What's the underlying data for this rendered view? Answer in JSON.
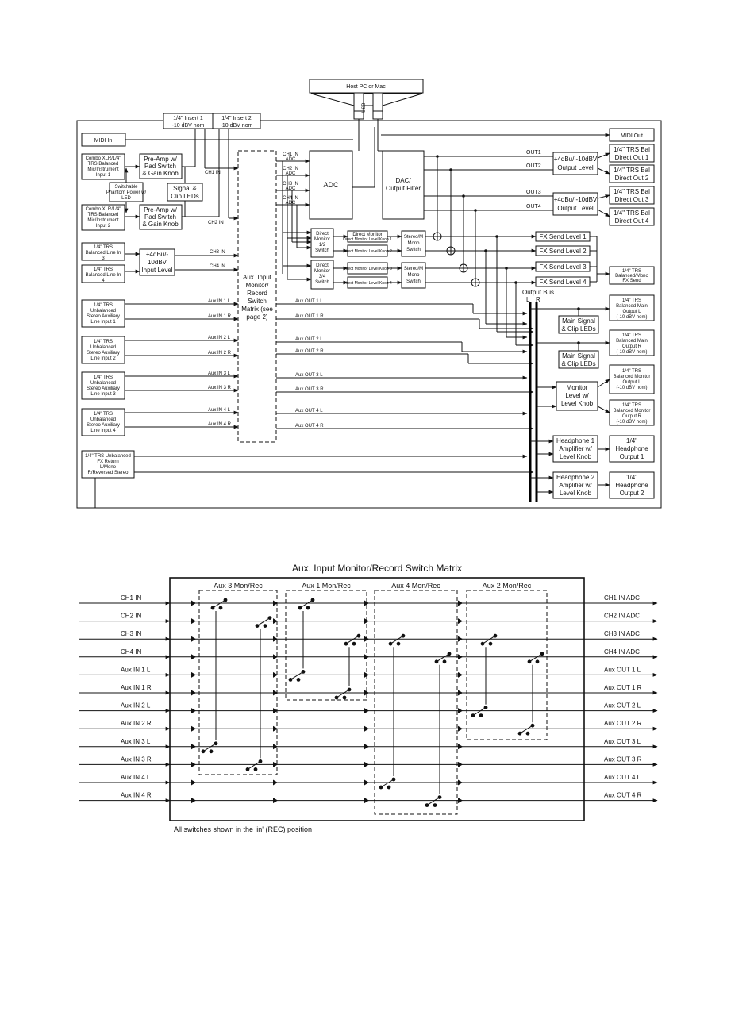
{
  "top": {
    "host": "Host PC or Mac",
    "usb": "USB",
    "insert1": [
      "1/4\" Insert 1",
      "-10 dBV nom"
    ],
    "insert2": [
      "1/4\" Insert 2",
      "-10 dBV nom"
    ],
    "midi_in": "MIDI In",
    "midi_out": "MIDI Out",
    "combo1": [
      "Combo XLR/1/4\"",
      "TRS Balanced",
      "Mic/Instrument",
      "Input 1"
    ],
    "combo2": [
      "Combo XLR/1/4\"",
      "TRS Balanced",
      "Mic/Instrument",
      "Input 2"
    ],
    "phantom": [
      "Switchable",
      "Phantom Power w/",
      "LED"
    ],
    "preamp1": [
      "Pre-Amp w/",
      "Pad Switch",
      "& Gain Knob"
    ],
    "preamp2": [
      "Pre-Amp w/",
      "Pad Switch",
      "& Gain Knob"
    ],
    "sigclip": [
      "Signal &",
      "Clip LEDs"
    ],
    "line3": [
      "1/4\" TRS",
      "Balanced Line In",
      "3"
    ],
    "line4": [
      "1/4\" TRS",
      "Balanced Line In",
      "4"
    ],
    "inlevel": [
      "+4dBu/-",
      "10dBV",
      "Input Level"
    ],
    "aux_inputs": [
      [
        "1/4\" TRS",
        "Unbalanced",
        "Stereo Auxiliary",
        "Line Input 1"
      ],
      [
        "1/4\" TRS",
        "Unbalanced",
        "Stereo Auxiliary",
        "Line Input 2"
      ],
      [
        "1/4\" TRS",
        "Unbalanced",
        "Stereo Auxiliary",
        "Line Input 3"
      ],
      [
        "1/4\" TRS",
        "Unbalanced",
        "Stereo Auxiliary",
        "Line Input 4"
      ]
    ],
    "fx_return": [
      "1/4\" TRS Unbalanced",
      "FX Return",
      "L/Mono",
      "R/Reversed Stereo"
    ],
    "matrix": [
      "Aux. Input",
      "Monitor/",
      "Record",
      "Switch",
      "Matrix (see",
      "page 2)"
    ],
    "ch_labels": [
      "CH1 IN",
      "CH2 IN",
      "CH3 IN",
      "CH4 IN"
    ],
    "aux_in_labels": [
      "Aux IN 1 L",
      "Aux IN 1 R",
      "Aux IN 2 L",
      "Aux IN 2 R",
      "Aux IN 3 L",
      "Aux IN 3 R",
      "Aux IN 4 L",
      "Aux IN 4 R"
    ],
    "aux_out_labels": [
      "Aux OUT 1 L",
      "Aux OUT 1 R",
      "Aux OUT 2 L",
      "Aux OUT 2 R",
      "Aux OUT 3 L",
      "Aux OUT 3 R",
      "Aux OUT 4 L",
      "Aux OUT 4 R"
    ],
    "adc_in_labels": [
      [
        "CH1 IN",
        "ADC"
      ],
      [
        "CH2 IN",
        "ADC"
      ],
      [
        "CH3 IN",
        "ADC"
      ],
      [
        "CH4 IN",
        "ADC"
      ]
    ],
    "adc": "ADC",
    "dac": [
      "DAC/",
      "Output Filter"
    ],
    "out_labels": [
      "OUT1",
      "OUT2",
      "OUT3",
      "OUT4"
    ],
    "outlevel": [
      "+4dBu/ -10dBV",
      "Output Level"
    ],
    "direct_outs": [
      [
        "1/4\" TRS Bal",
        "Direct Out 1"
      ],
      [
        "1/4\" TRS Bal",
        "Direct Out 2"
      ],
      [
        "1/4\" TRS Bal",
        "Direct Out 3"
      ],
      [
        "1/4\" TRS Bal",
        "Direct Out 4"
      ]
    ],
    "dm_switch12": [
      "Direct",
      "Monitor",
      "1/2",
      "Switch"
    ],
    "dm_switch34": [
      "Direct",
      "Monitor",
      "3/4",
      "Switch"
    ],
    "dm_knobs": [
      "Direct Monitor Level Knob 1",
      "Direct Monitor Level Knob 2",
      "Direct Monitor Level Knob 3",
      "Direct Monitor Level Knob 4"
    ],
    "stereo_mono": [
      "Stereo/M",
      "Mono",
      "Switch"
    ],
    "fx_sends": [
      "FX Send Level 1",
      "FX Send Level 2",
      "FX Send Level 3",
      "FX Send Level 4"
    ],
    "fx_send_out": [
      "1/4\" TRS",
      "Balanced/Mono",
      "FX Send"
    ],
    "output_bus": "Output Bus",
    "bus_lr": [
      "L",
      "R"
    ],
    "main_sig": [
      "Main Signal",
      "& Clip LEDs"
    ],
    "main_out_l": [
      "1/4\" TRS",
      "Balanced Main",
      "Output L",
      "(-10 dBV nom)"
    ],
    "main_out_r": [
      "1/4\" TRS",
      "Balanced Main",
      "Output R",
      "(-10 dBV nom)"
    ],
    "mon_level": [
      "Monitor",
      "Level w/",
      "Level Knob"
    ],
    "mon_out_l": [
      "1/4\" TRS",
      "Balanced Monitor",
      "Output L",
      "(-10 dBV nom)"
    ],
    "mon_out_r": [
      "1/4\" TRS",
      "Balanced Monitor",
      "Output R",
      "(-10 dBV nom)"
    ],
    "hp1": [
      "Headphone 1",
      "Amplifier w/",
      "Level Knob"
    ],
    "hp2": [
      "Headphone 2",
      "Amplifier w/",
      "Level Knob"
    ],
    "hp_out1": [
      "1/4\"",
      "Headphone",
      "Output 1"
    ],
    "hp_out2": [
      "1/4\"",
      "Headphone",
      "Output 2"
    ]
  },
  "matrix": {
    "title": "Aux. Input Monitor/Record Switch Matrix",
    "group_labels": [
      "Aux 3 Mon/Rec",
      "Aux 1 Mon/Rec",
      "Aux 4 Mon/Rec",
      "Aux 2 Mon/Rec"
    ],
    "inputs": [
      "CH1 IN",
      "CH2 IN",
      "CH3 IN",
      "CH4 IN",
      "Aux IN 1 L",
      "Aux IN 1 R",
      "Aux IN 2 L",
      "Aux IN 2 R",
      "Aux IN 3 L",
      "Aux IN 3 R",
      "Aux IN 4 L",
      "Aux IN 4 R"
    ],
    "outputs": [
      "CH1 IN ADC",
      "CH2 IN ADC",
      "CH3 IN ADC",
      "CH4 IN ADC",
      "Aux OUT 1 L",
      "Aux OUT 1 R",
      "Aux OUT 2 L",
      "Aux OUT 2 R",
      "Aux OUT 3 L",
      "Aux OUT 3 R",
      "Aux OUT 4 L",
      "Aux OUT 4 R"
    ],
    "footnote": "All switches shown in the 'in' (REC) position"
  }
}
